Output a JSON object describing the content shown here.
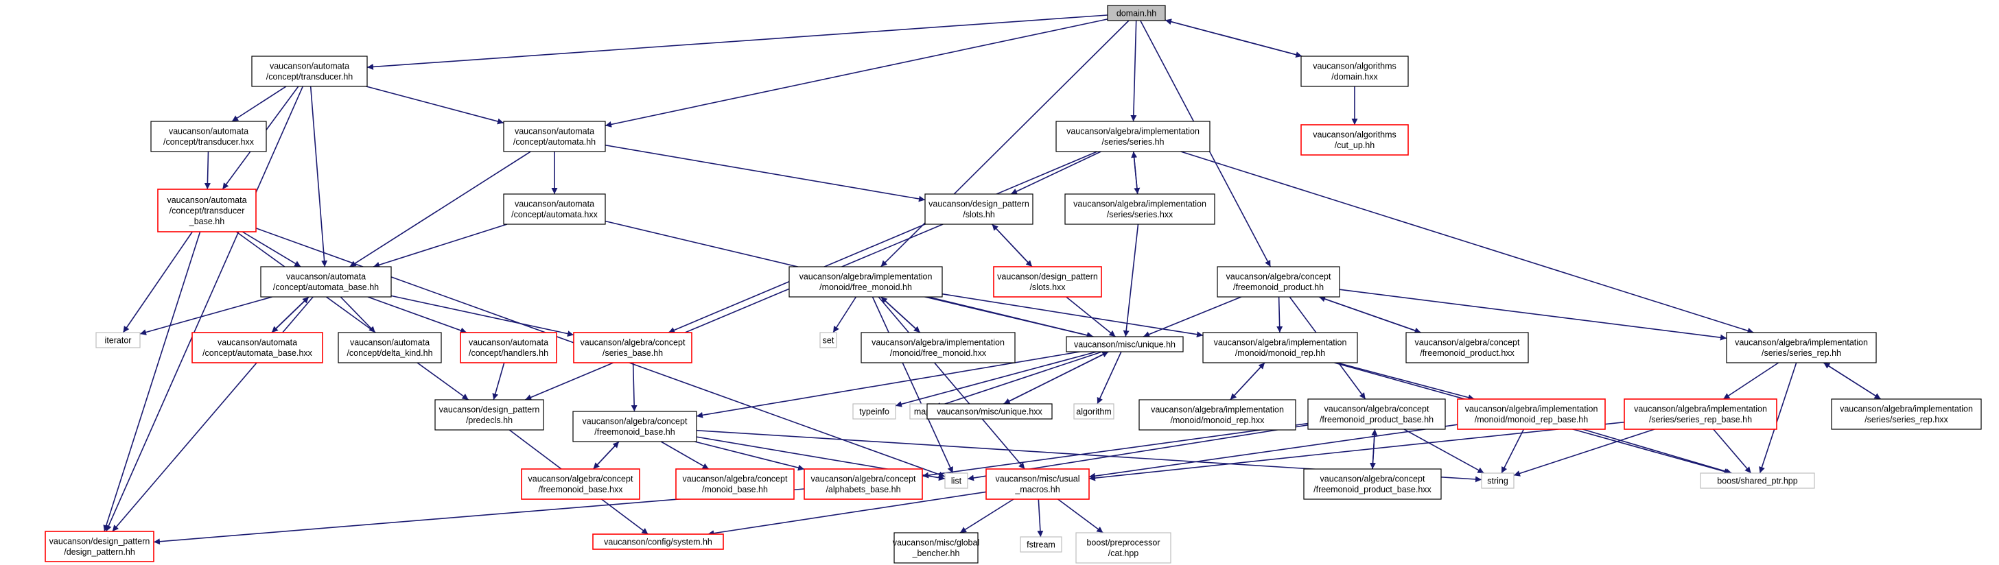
{
  "nodes": [
    {
      "id": "domain_hh",
      "lines": [
        "domain.hh"
      ],
      "style": "root"
    },
    {
      "id": "transducer_hh",
      "lines": [
        "vaucanson/automata",
        "/concept/transducer.hh"
      ],
      "style": "black"
    },
    {
      "id": "alg_domain_hxx",
      "lines": [
        "vaucanson/algorithms",
        "/domain.hxx"
      ],
      "style": "black"
    },
    {
      "id": "cut_up_hh",
      "lines": [
        "vaucanson/algorithms",
        "/cut_up.hh"
      ],
      "style": "red"
    },
    {
      "id": "transducer_hxx",
      "lines": [
        "vaucanson/automata",
        "/concept/transducer.hxx"
      ],
      "style": "black"
    },
    {
      "id": "automata_hh",
      "lines": [
        "vaucanson/automata",
        "/concept/automata.hh"
      ],
      "style": "black"
    },
    {
      "id": "series_hh",
      "lines": [
        "vaucanson/algebra/implementation",
        "/series/series.hh"
      ],
      "style": "black"
    },
    {
      "id": "transducer_base_hh",
      "lines": [
        "vaucanson/automata",
        "/concept/transducer",
        "_base.hh"
      ],
      "style": "red"
    },
    {
      "id": "automata_hxx",
      "lines": [
        "vaucanson/automata",
        "/concept/automata.hxx"
      ],
      "style": "black"
    },
    {
      "id": "slots_hh",
      "lines": [
        "vaucanson/design_pattern",
        "/slots.hh"
      ],
      "style": "black"
    },
    {
      "id": "series_hxx",
      "lines": [
        "vaucanson/algebra/implementation",
        "/series/series.hxx"
      ],
      "style": "black"
    },
    {
      "id": "slots_hxx",
      "lines": [
        "vaucanson/design_pattern",
        "/slots.hxx"
      ],
      "style": "red"
    },
    {
      "id": "automata_base_hh",
      "lines": [
        "vaucanson/automata",
        "/concept/automata_base.hh"
      ],
      "style": "black"
    },
    {
      "id": "free_monoid_hh",
      "lines": [
        "vaucanson/algebra/implementation",
        "/monoid/free_monoid.hh"
      ],
      "style": "black"
    },
    {
      "id": "freemonoid_product_hh",
      "lines": [
        "vaucanson/algebra/concept",
        "/freemonoid_product.hh"
      ],
      "style": "black"
    },
    {
      "id": "iterator",
      "lines": [
        "iterator"
      ],
      "style": "gray"
    },
    {
      "id": "automata_base_hxx",
      "lines": [
        "vaucanson/automata",
        "/concept/automata_base.hxx"
      ],
      "style": "red"
    },
    {
      "id": "delta_kind_hh",
      "lines": [
        "vaucanson/automata",
        "/concept/delta_kind.hh"
      ],
      "style": "black"
    },
    {
      "id": "handlers_hh",
      "lines": [
        "vaucanson/automata",
        "/concept/handlers.hh"
      ],
      "style": "red"
    },
    {
      "id": "series_base_hh",
      "lines": [
        "vaucanson/algebra/concept",
        "/series_base.hh"
      ],
      "style": "red"
    },
    {
      "id": "set",
      "lines": [
        "set"
      ],
      "style": "gray"
    },
    {
      "id": "free_monoid_hxx",
      "lines": [
        "vaucanson/algebra/implementation",
        "/monoid/free_monoid.hxx"
      ],
      "style": "black"
    },
    {
      "id": "unique_hh",
      "lines": [
        "vaucanson/misc/unique.hh"
      ],
      "style": "black"
    },
    {
      "id": "monoid_rep_hh",
      "lines": [
        "vaucanson/algebra/implementation",
        "/monoid/monoid_rep.hh"
      ],
      "style": "black"
    },
    {
      "id": "freemonoid_product_hxx",
      "lines": [
        "vaucanson/algebra/concept",
        "/freemonoid_product.hxx"
      ],
      "style": "black"
    },
    {
      "id": "series_rep_hh",
      "lines": [
        "vaucanson/algebra/implementation",
        "/series/series_rep.hh"
      ],
      "style": "black"
    },
    {
      "id": "predecls_hh",
      "lines": [
        "vaucanson/design_pattern",
        "/predecls.hh"
      ],
      "style": "black"
    },
    {
      "id": "freemonoid_base_hh",
      "lines": [
        "vaucanson/algebra/concept",
        "/freemonoid_base.hh"
      ],
      "style": "black"
    },
    {
      "id": "typeinfo",
      "lines": [
        "typeinfo"
      ],
      "style": "gray"
    },
    {
      "id": "map",
      "lines": [
        "map"
      ],
      "style": "gray"
    },
    {
      "id": "unique_hxx",
      "lines": [
        "vaucanson/misc/unique.hxx"
      ],
      "style": "black"
    },
    {
      "id": "algorithm",
      "lines": [
        "algorithm"
      ],
      "style": "gray"
    },
    {
      "id": "monoid_rep_hxx",
      "lines": [
        "vaucanson/algebra/implementation",
        "/monoid/monoid_rep.hxx"
      ],
      "style": "black"
    },
    {
      "id": "freemonoid_product_base_hh",
      "lines": [
        "vaucanson/algebra/concept",
        "/freemonoid_product_base.hh"
      ],
      "style": "black"
    },
    {
      "id": "monoid_rep_base_hh",
      "lines": [
        "vaucanson/algebra/implementation",
        "/monoid/monoid_rep_base.hh"
      ],
      "style": "red"
    },
    {
      "id": "series_rep_base_hh",
      "lines": [
        "vaucanson/algebra/implementation",
        "/series/series_rep_base.hh"
      ],
      "style": "red"
    },
    {
      "id": "series_rep_hxx",
      "lines": [
        "vaucanson/algebra/implementation",
        "/series/series_rep.hxx"
      ],
      "style": "black"
    },
    {
      "id": "freemonoid_base_hxx",
      "lines": [
        "vaucanson/algebra/concept",
        "/freemonoid_base.hxx"
      ],
      "style": "red"
    },
    {
      "id": "monoid_base_hh",
      "lines": [
        "vaucanson/algebra/concept",
        "/monoid_base.hh"
      ],
      "style": "red"
    },
    {
      "id": "alphabets_base_hh",
      "lines": [
        "vaucanson/algebra/concept",
        "/alphabets_base.hh"
      ],
      "style": "red"
    },
    {
      "id": "list",
      "lines": [
        "list"
      ],
      "style": "gray"
    },
    {
      "id": "usual_macros_hh",
      "lines": [
        "vaucanson/misc/usual",
        "_macros.hh"
      ],
      "style": "red"
    },
    {
      "id": "freemonoid_product_base_hxx",
      "lines": [
        "vaucanson/algebra/concept",
        "/freemonoid_product_base.hxx"
      ],
      "style": "black"
    },
    {
      "id": "string",
      "lines": [
        "string"
      ],
      "style": "gray"
    },
    {
      "id": "shared_ptr",
      "lines": [
        "boost/shared_ptr.hpp"
      ],
      "style": "gray"
    },
    {
      "id": "design_pattern_hh",
      "lines": [
        "vaucanson/design_pattern",
        "/design_pattern.hh"
      ],
      "style": "red"
    },
    {
      "id": "system_hh",
      "lines": [
        "vaucanson/config/system.hh"
      ],
      "style": "red"
    },
    {
      "id": "global_bencher_hh",
      "lines": [
        "vaucanson/misc/global",
        "_bencher.hh"
      ],
      "style": "black"
    },
    {
      "id": "fstream",
      "lines": [
        "fstream"
      ],
      "style": "gray"
    },
    {
      "id": "preprocessor_cat",
      "lines": [
        "boost/preprocessor",
        "/cat.hpp"
      ],
      "style": "gray"
    }
  ],
  "edges": [
    [
      "domain_hh",
      "transducer_hh"
    ],
    [
      "domain_hh",
      "automata_hh"
    ],
    [
      "domain_hh",
      "series_hh"
    ],
    [
      "domain_hh",
      "free_monoid_hh"
    ],
    [
      "domain_hh",
      "freemonoid_product_hh"
    ],
    [
      "domain_hh",
      "alg_domain_hxx"
    ],
    [
      "alg_domain_hxx",
      "domain_hh"
    ],
    [
      "alg_domain_hxx",
      "cut_up_hh"
    ],
    [
      "transducer_hh",
      "transducer_hxx"
    ],
    [
      "transducer_hh",
      "automata_hh"
    ],
    [
      "transducer_hh",
      "transducer_base_hh"
    ],
    [
      "transducer_hh",
      "automata_base_hh"
    ],
    [
      "transducer_hh",
      "design_pattern_hh"
    ],
    [
      "transducer_hxx",
      "transducer_base_hh"
    ],
    [
      "automata_hh",
      "automata_hxx"
    ],
    [
      "automata_hh",
      "automata_base_hh"
    ],
    [
      "automata_hh",
      "slots_hh"
    ],
    [
      "transducer_base_hh",
      "automata_base_hh"
    ],
    [
      "transducer_base_hh",
      "iterator"
    ],
    [
      "transducer_base_hh",
      "design_pattern_hh"
    ],
    [
      "transducer_base_hh",
      "predecls_hh"
    ],
    [
      "transducer_base_hh",
      "list"
    ],
    [
      "automata_hxx",
      "automata_base_hh"
    ],
    [
      "automata_hxx",
      "unique_hh"
    ],
    [
      "series_hh",
      "slots_hh"
    ],
    [
      "series_hh",
      "series_hxx"
    ],
    [
      "series_hh",
      "series_base_hh"
    ],
    [
      "series_hh",
      "series_rep_hh"
    ],
    [
      "series_hxx",
      "series_hh"
    ],
    [
      "series_hxx",
      "unique_hh"
    ],
    [
      "slots_hh",
      "slots_hxx"
    ],
    [
      "slots_hh",
      "predecls_hh"
    ],
    [
      "slots_hxx",
      "slots_hh"
    ],
    [
      "slots_hxx",
      "unique_hh"
    ],
    [
      "automata_base_hh",
      "iterator"
    ],
    [
      "automata_base_hh",
      "automata_base_hxx"
    ],
    [
      "automata_base_hh",
      "delta_kind_hh"
    ],
    [
      "automata_base_hh",
      "handlers_hh"
    ],
    [
      "automata_base_hh",
      "series_base_hh"
    ],
    [
      "automata_base_hh",
      "design_pattern_hh"
    ],
    [
      "automata_base_hxx",
      "automata_base_hh"
    ],
    [
      "handlers_hh",
      "predecls_hh"
    ],
    [
      "series_base_hh",
      "freemonoid_base_hh"
    ],
    [
      "free_monoid_hh",
      "set"
    ],
    [
      "free_monoid_hh",
      "free_monoid_hxx"
    ],
    [
      "free_monoid_hh",
      "unique_hh"
    ],
    [
      "free_monoid_hh",
      "monoid_rep_hh"
    ],
    [
      "free_monoid_hh",
      "list"
    ],
    [
      "free_monoid_hh",
      "usual_macros_hh"
    ],
    [
      "free_monoid_hxx",
      "free_monoid_hh"
    ],
    [
      "freemonoid_product_hh",
      "unique_hh"
    ],
    [
      "freemonoid_product_hh",
      "monoid_rep_hh"
    ],
    [
      "freemonoid_product_hh",
      "freemonoid_product_hxx"
    ],
    [
      "freemonoid_product_hh",
      "freemonoid_product_base_hh"
    ],
    [
      "freemonoid_product_hh",
      "series_rep_hh"
    ],
    [
      "freemonoid_product_hxx",
      "freemonoid_product_hh"
    ],
    [
      "unique_hh",
      "typeinfo"
    ],
    [
      "unique_hh",
      "map"
    ],
    [
      "unique_hh",
      "unique_hxx"
    ],
    [
      "unique_hh",
      "algorithm"
    ],
    [
      "unique_hh",
      "freemonoid_base_hh"
    ],
    [
      "unique_hxx",
      "unique_hh"
    ],
    [
      "monoid_rep_hh",
      "monoid_rep_hxx"
    ],
    [
      "monoid_rep_hh",
      "monoid_rep_base_hh"
    ],
    [
      "monoid_rep_hh",
      "shared_ptr"
    ],
    [
      "monoid_rep_hxx",
      "monoid_rep_hh"
    ],
    [
      "series_rep_hh",
      "series_rep_base_hh"
    ],
    [
      "series_rep_hh",
      "series_rep_hxx"
    ],
    [
      "series_rep_hh",
      "shared_ptr"
    ],
    [
      "series_rep_hxx",
      "series_rep_hh"
    ],
    [
      "series_rep_base_hh",
      "string"
    ],
    [
      "series_rep_base_hh",
      "shared_ptr"
    ],
    [
      "series_rep_base_hh",
      "usual_macros_hh"
    ],
    [
      "monoid_rep_base_hh",
      "string"
    ],
    [
      "monoid_rep_base_hh",
      "shared_ptr"
    ],
    [
      "monoid_rep_base_hh",
      "usual_macros_hh"
    ],
    [
      "freemonoid_product_base_hh",
      "freemonoid_product_base_hxx"
    ],
    [
      "freemonoid_product_base_hh",
      "list"
    ],
    [
      "freemonoid_product_base_hh",
      "string"
    ],
    [
      "freemonoid_product_base_hh",
      "alphabets_base_hh"
    ],
    [
      "freemonoid_product_base_hxx",
      "freemonoid_product_base_hh"
    ],
    [
      "predecls_hh",
      "system_hh"
    ],
    [
      "freemonoid_base_hh",
      "freemonoid_base_hxx"
    ],
    [
      "freemonoid_base_hh",
      "monoid_base_hh"
    ],
    [
      "freemonoid_base_hh",
      "alphabets_base_hh"
    ],
    [
      "freemonoid_base_hh",
      "list"
    ],
    [
      "freemonoid_base_hh",
      "string"
    ],
    [
      "freemonoid_base_hxx",
      "freemonoid_base_hh"
    ],
    [
      "alphabets_base_hh",
      "design_pattern_hh"
    ],
    [
      "usual_macros_hh",
      "system_hh"
    ],
    [
      "usual_macros_hh",
      "global_bencher_hh"
    ],
    [
      "usual_macros_hh",
      "fstream"
    ],
    [
      "usual_macros_hh",
      "preprocessor_cat"
    ]
  ],
  "colors": {
    "edge": "#191970",
    "red_border": "#ff0000",
    "gray_border": "#bfbfbf",
    "black_border": "#000000",
    "root_fill": "#bfbfbf",
    "fill": "#ffffff",
    "text": "#000000"
  }
}
